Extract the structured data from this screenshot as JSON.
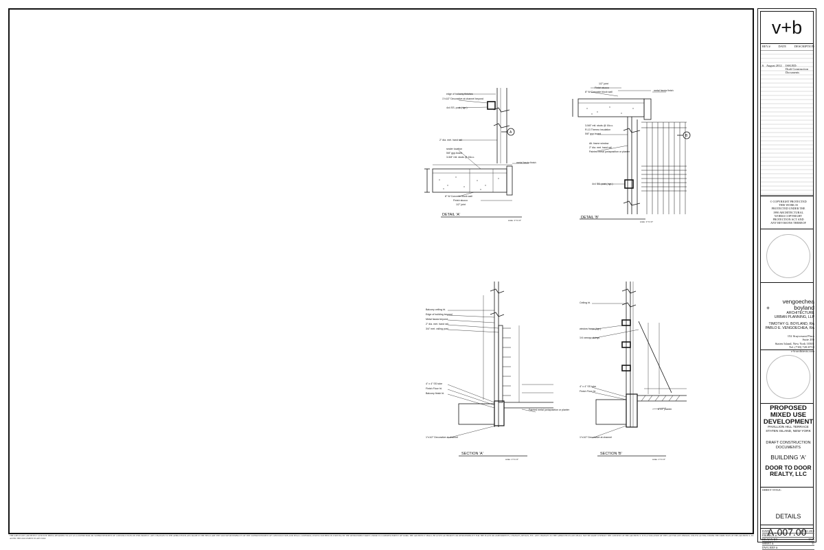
{
  "drawings": {
    "detail_a": {
      "title": "DETAIL 'A'",
      "scale": "scale: 1\"=1'-0\"",
      "labels": [
        "edge of balcony finishes",
        "1\"x1/2\" Decorative at channel beyond",
        "4x4 SS. post ( typ.)",
        "2\" dia. met. hand rail",
        "sealer location",
        "5/8\" gyp.board",
        "3-5/8\" mtl. studs @ 16o.c.",
        "metal fascia finish",
        "8\" W Concrete block wall",
        "Finish stucco",
        "1/2\" joint"
      ],
      "marker": "A"
    },
    "detail_b": {
      "title": "DETAIL 'B'",
      "scale": "scale: 1\"=1'-0\"",
      "labels": [
        "1/2\" joint",
        "Finish stucco",
        "8\" W Concrete block wall",
        "metal fascia finish",
        "3-5/8\" mtl. studs @ 16o.c.",
        "R-13 Thermo insulation",
        "5/8\" gyp.board",
        "Alt. frame window",
        "2\" dia. met. hand rail",
        "Painted metal juxtaposition or planter",
        "4x4 SS. post ( typ.)"
      ],
      "marker": "B"
    },
    "section_a": {
      "title": "SECTION 'A'",
      "scale": "scale: 1\"=1'-0\"",
      "labels": [
        "Balcony ceiling ht.",
        "Edge of building beyond",
        "Metal fascia beyond",
        "2\" dia. met. hand rail",
        "3/4\" met. railing post",
        "4\" x 4\" SS tube",
        "Finish Floor ht.",
        "Balcony finish ht.",
        "Painted metal juxtaposition or planter",
        "1\"x1/2\" Decorative at channel"
      ]
    },
    "section_b": {
      "title": "SECTION 'B'",
      "scale": "scale: 1\"=1'-0\"",
      "labels": [
        "Ceiling ht.",
        "window frame (typ.)",
        "1/4 canopy strings",
        "4\" x 4\" SS tube",
        "Finish Floor ht.",
        "6\"x4\" planter",
        "1\"x1/2\" Decorative at channel"
      ]
    }
  },
  "bottom_note": "THE APPLICANT, ARCHITECT AND SITE BEING RETAINED TO ACT AS A SUPERVISOR OR SUPERINTENDENT OF CONSTRUCTION ON THIS PROJECT. ANY CHANGES TO THE APPROVED PLANS MADE IN THE FIELD ARE THE SOLE RESPONSIBILITY OF THE SUPERINTENDENT OF CONSTRUCTION AND SHALL CONFORM, UNLESS NOTIFIED IN WRITING BY THE RESPONSIBLE PARTY, PRIOR TO COMMENCEMENT OF WORK THE ARCHITECT SHALL BE GIVEN AUTHORITY OR RESPONSIBILITY FOR THE PLANS OR AMENDMENTS, CHANGES, DESIGN, ETC. ANY CHANGES TO THE APPROVED PLANS SHALL NOT BE MADE WITHOUT THE CONSENT OF THE ARCHITECT. IT IS A VIOLATION OF THE LAW FOR ANY PERSON, UNLESS ACTING UNDER THE DIRECTION OF THE ARCHITECT, TO ALTER THIS DOCUMENT IN ANY WAY.",
  "title_block": {
    "logo": "v+b",
    "rev_headers": [
      "REV.#",
      "DATE",
      "DESCRIPTION"
    ],
    "rev_entry": {
      "num": "6",
      "date": "August 2012",
      "desc_lines": [
        "ISSUED:",
        "Draft Construction",
        "Documents"
      ]
    },
    "copyright_lines": [
      "© COPYRIGHT PROTECTED",
      "THIS WORK IS",
      "PROTECTED UNDER THE",
      "1990 ARCHITECTURAL",
      "WORKS COPYRIGHT",
      "PROTECTION ACT AND",
      "ANY REVISIONS THEREOF"
    ],
    "firm": {
      "name1": "vengoechea",
      "plus": "+",
      "name2": "boyland",
      "sub1": "ARCHITECTURE",
      "sub2": "URBAN PLANNING, LLP",
      "person1": "TIMOTHY G. BOYLAND, RA",
      "person2": "PABLO E. VENGOECHEA, RA",
      "addr": [
        "152 Stuyvesant Place",
        "Suite 206",
        "Staten Island, New York 10301",
        "Tel. (718) 720-0710",
        "v-b-architects.com"
      ]
    },
    "project": {
      "title_lines": [
        "PROPOSED",
        "MIXED USE",
        "DEVELOPMENT"
      ],
      "location_lines": [
        "PAVILLION HILL TERRACE",
        "STATEN ISLAND, NEW YORK"
      ],
      "phase_lines": [
        "DRAFT CONSTRUCTION",
        "DOCUMENTS"
      ],
      "building": "BUILDING 'A'",
      "client_lines": [
        "DOOR TO DOOR",
        "REALTY, LLC"
      ]
    },
    "sheet_title_label": "SHEET TITLE:",
    "sheet_title": "DETAILS",
    "info": [
      {
        "k": "DATE:",
        "v": "08-02-2012"
      },
      {
        "k": "PROJECT #:",
        "v": ""
      },
      {
        "k": "DRAWN BY:",
        "v": "TGB"
      },
      {
        "k": "SHEET #:",
        "v": "31"
      },
      {
        "k": "DWG REF #:",
        "v": ""
      }
    ],
    "sheet_number": "A-007.00"
  }
}
